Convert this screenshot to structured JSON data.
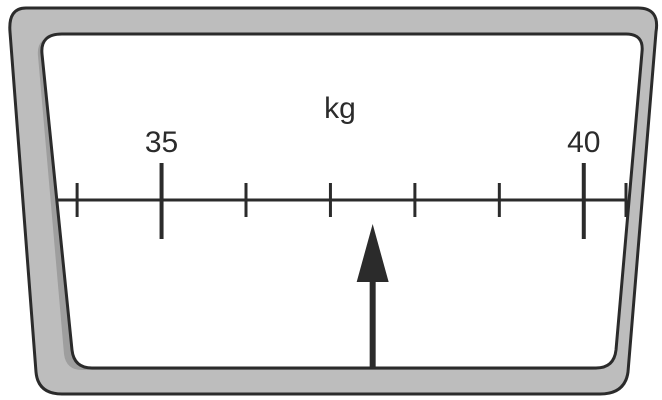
{
  "scale": {
    "unit": "kg",
    "min_value": 33.75,
    "max_value": 40.5,
    "minor_step": 1,
    "major_ticks": [
      {
        "value": 35,
        "label": "35"
      },
      {
        "value": 40,
        "label": "40"
      }
    ],
    "minor_ticks": [
      34,
      36,
      37,
      38,
      39
    ],
    "reading": 37.5,
    "colors": {
      "frame_fill": "#bdbdbd",
      "frame_stroke": "#2b2b2b",
      "face": "#ffffff",
      "ink": "#2b2b2b"
    }
  }
}
